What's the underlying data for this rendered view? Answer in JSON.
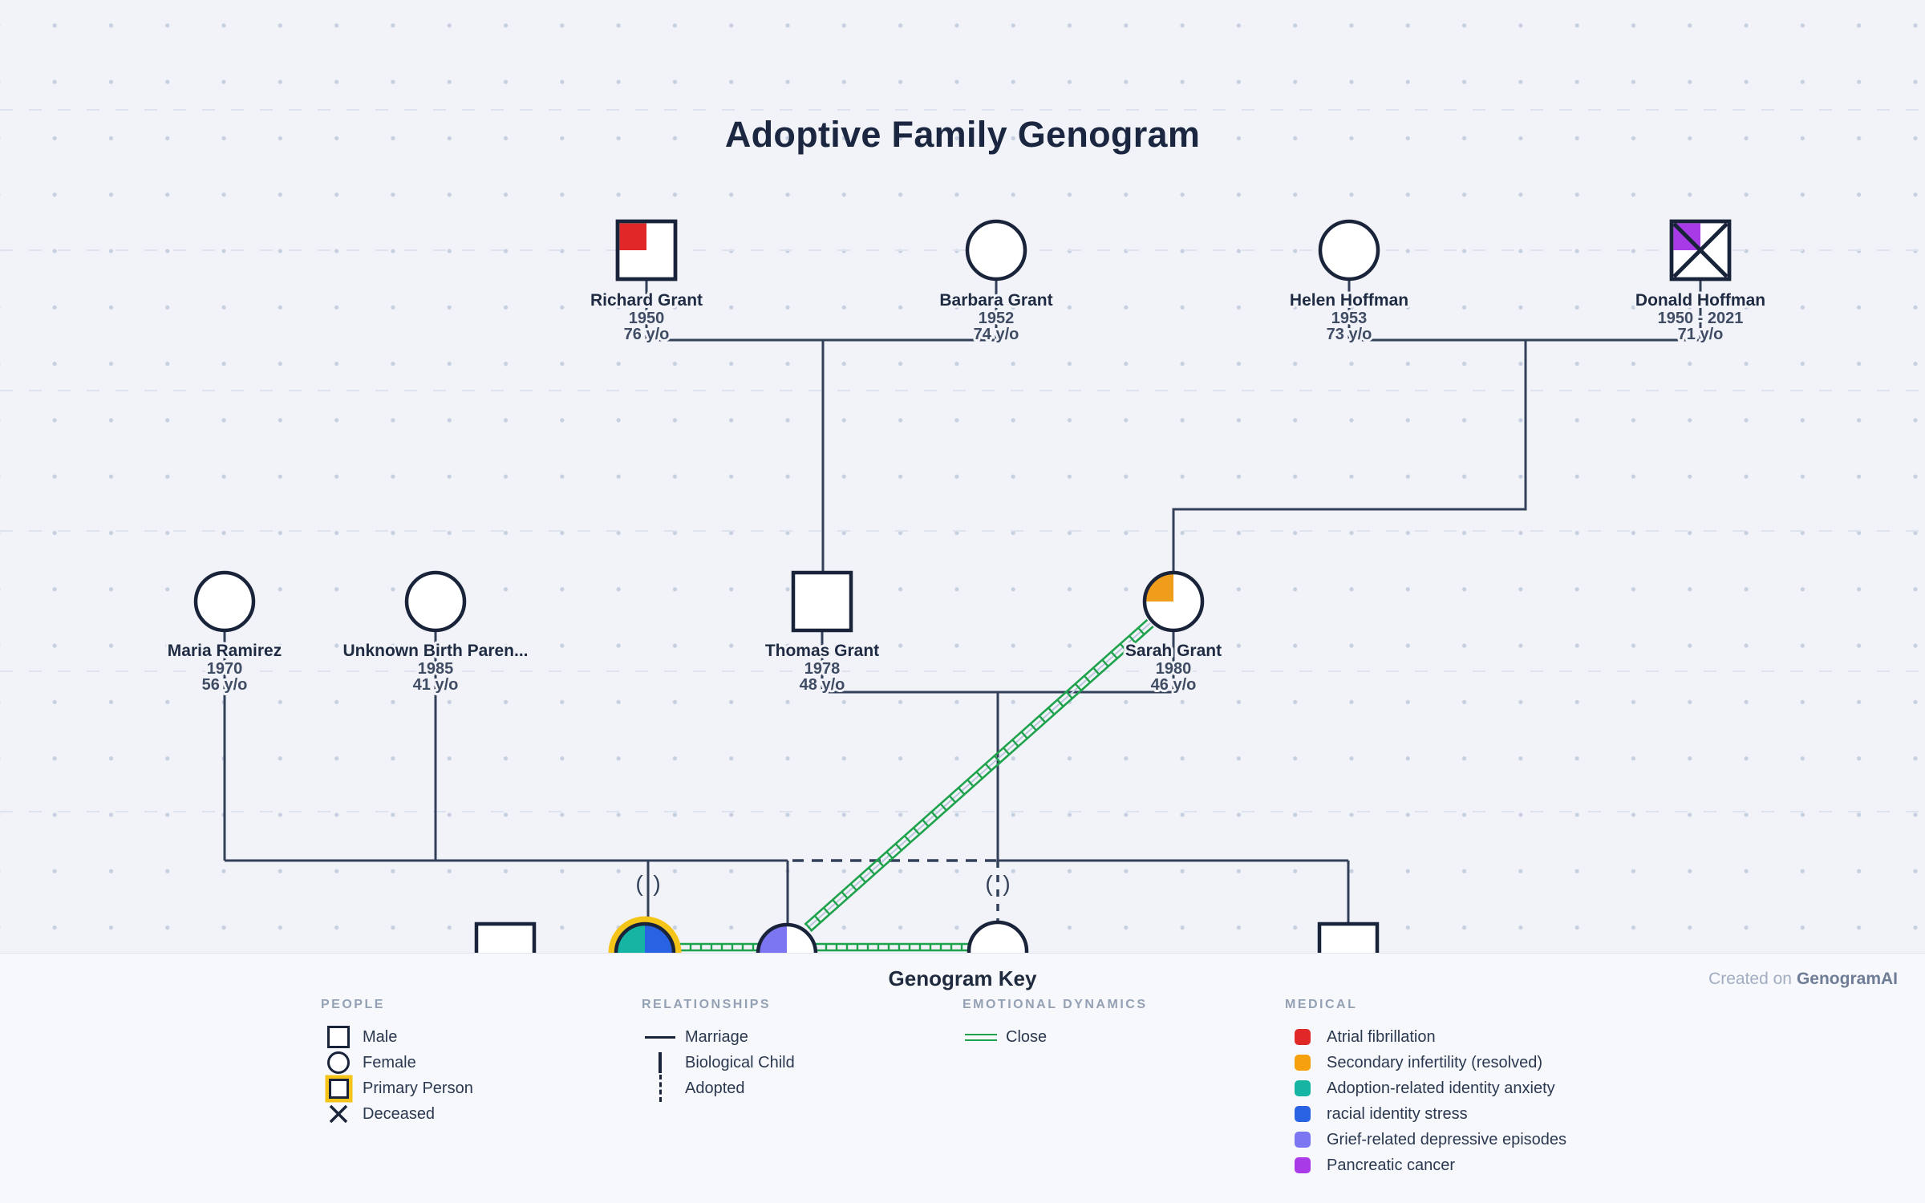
{
  "title": "Adoptive Family Genogram",
  "people": [
    {
      "name": "Richard Grant",
      "birth": "1950",
      "age": "76 y/o"
    },
    {
      "name": "Barbara Grant",
      "birth": "1952",
      "age": "74 y/o"
    },
    {
      "name": "Helen Hoffman",
      "birth": "1953",
      "age": "73 y/o"
    },
    {
      "name": "Donald Hoffman",
      "birth": "1950 - 2021",
      "age": "71 y/o"
    },
    {
      "name": "Maria Ramirez",
      "birth": "1970",
      "age": "56 y/o"
    },
    {
      "name": "Unknown Birth Paren...",
      "birth": "1985",
      "age": "41 y/o"
    },
    {
      "name": "Thomas Grant",
      "birth": "1978",
      "age": "48 y/o"
    },
    {
      "name": "Sarah Grant",
      "birth": "1980",
      "age": "46 y/o"
    }
  ],
  "marks": {
    "adoption_open": "(",
    "adoption_close": ")"
  },
  "colors": {
    "shape_stroke": "#19233a",
    "line": "#33405a",
    "red": "#df2827",
    "orange": "#f09d1c",
    "teal": "#16b5a3",
    "blue": "#2a62e4",
    "indigo": "#7d76f3",
    "purple": "#a83ae8",
    "gold": "#f4c418",
    "close_green": "#1fa24c"
  },
  "key": {
    "title": "Genogram Key",
    "people": {
      "header": "PEOPLE",
      "items": [
        "Male",
        "Female",
        "Primary Person",
        "Deceased"
      ]
    },
    "relationships": {
      "header": "RELATIONSHIPS",
      "items": [
        "Marriage",
        "Biological Child",
        "Adopted"
      ]
    },
    "emotional": {
      "header": "EMOTIONAL DYNAMICS",
      "items": [
        "Close"
      ]
    },
    "medical": {
      "header": "MEDICAL",
      "items": [
        {
          "label": "Atrial fibrillation",
          "color": "#df2827"
        },
        {
          "label": "Secondary infertility (resolved)",
          "color": "#f5a00c"
        },
        {
          "label": "Adoption-related identity anxiety",
          "color": "#16b5a3"
        },
        {
          "label": "racial identity stress",
          "color": "#2a62e4"
        },
        {
          "label": "Grief-related depressive episodes",
          "color": "#7d76f3"
        },
        {
          "label": "Pancreatic cancer",
          "color": "#a83ae8"
        }
      ]
    }
  },
  "watermark": {
    "prefix": "Created on",
    "brand": "GenogramAI"
  }
}
